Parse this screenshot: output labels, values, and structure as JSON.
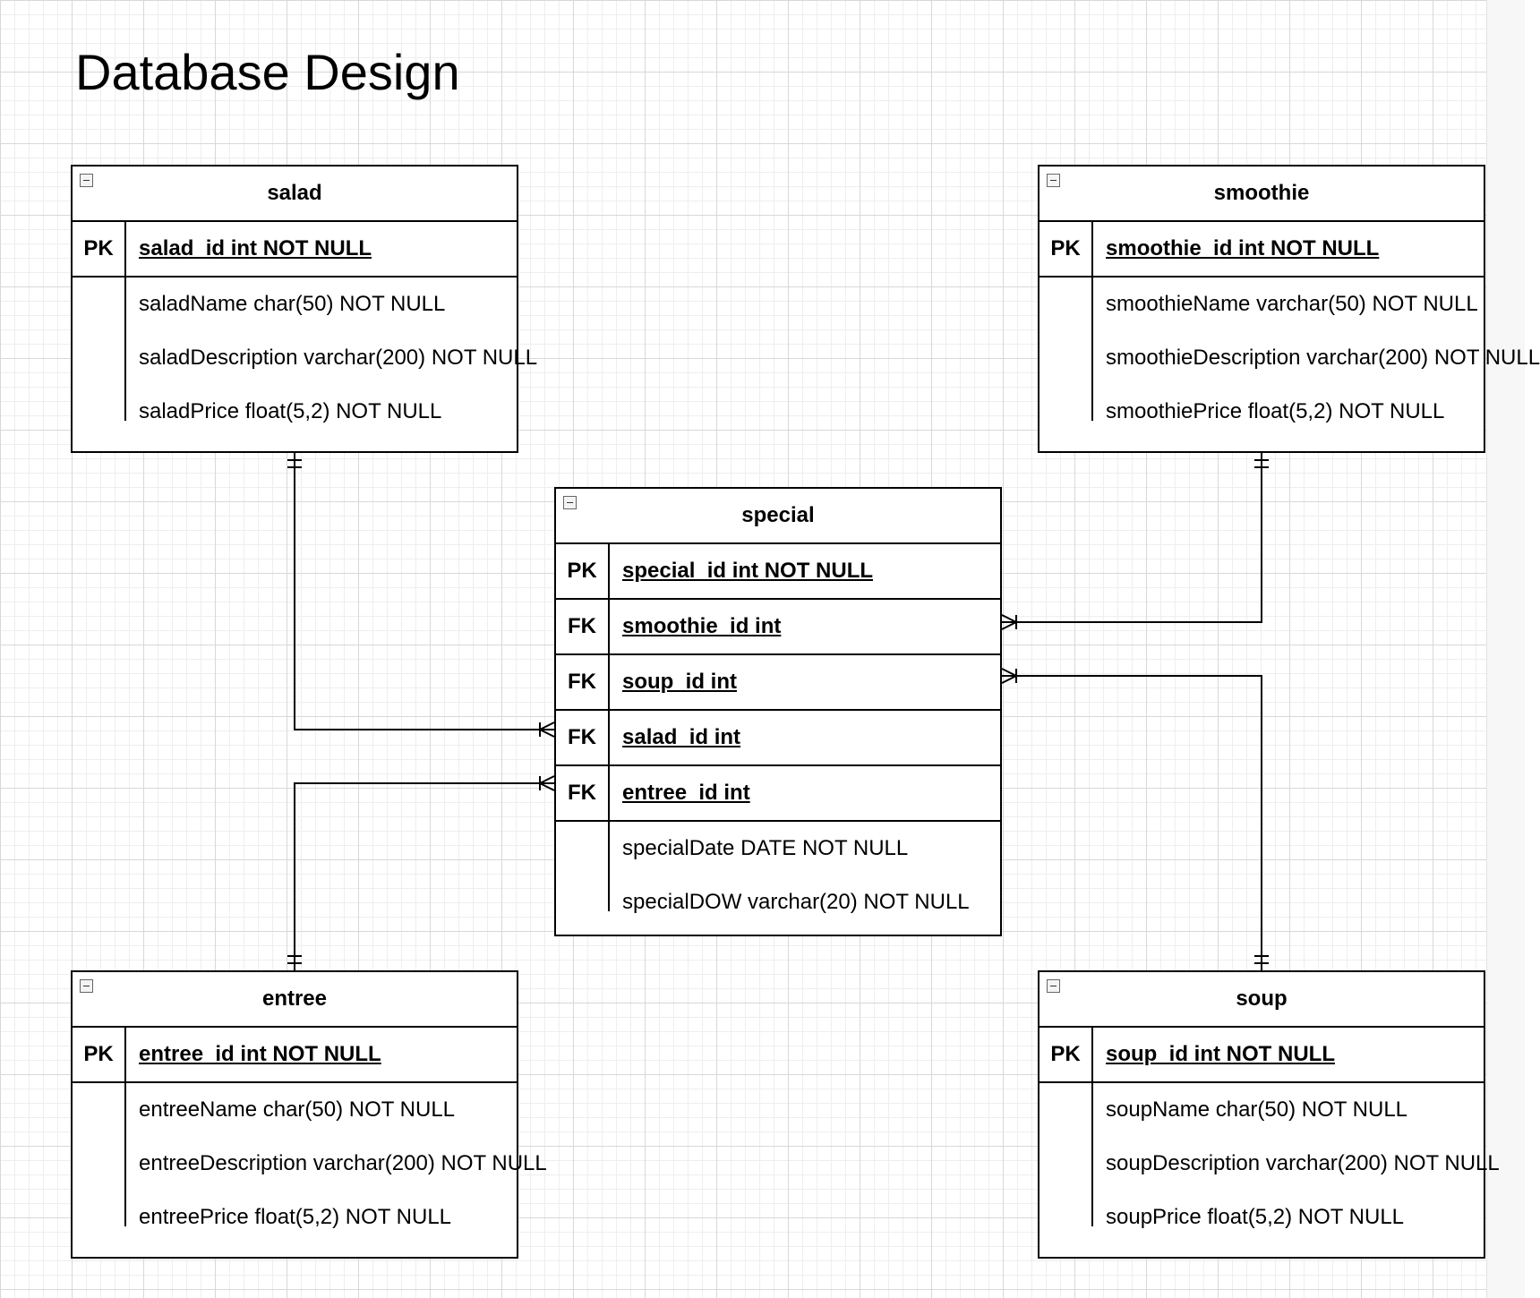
{
  "title": "Database Design",
  "tables": {
    "salad": {
      "name": "salad",
      "keys": [
        {
          "key": "PK",
          "field": "salad_id int NOT NULL"
        }
      ],
      "attributes": [
        "saladName char(50) NOT NULL",
        "saladDescription varchar(200) NOT NULL",
        "saladPrice float(5,2) NOT NULL"
      ]
    },
    "smoothie": {
      "name": "smoothie",
      "keys": [
        {
          "key": "PK",
          "field": "smoothie_id int NOT NULL"
        }
      ],
      "attributes": [
        "smoothieName varchar(50) NOT NULL",
        "smoothieDescription varchar(200) NOT NULL",
        "smoothiePrice float(5,2) NOT NULL"
      ]
    },
    "special": {
      "name": "special",
      "keys": [
        {
          "key": "PK",
          "field": "special_id int NOT NULL"
        },
        {
          "key": "FK",
          "field": "smoothie_id int"
        },
        {
          "key": "FK",
          "field": "soup_id int "
        },
        {
          "key": "FK",
          "field": "salad_id int "
        },
        {
          "key": "FK",
          "field": "entree_id int "
        }
      ],
      "attributes": [
        "specialDate DATE NOT NULL",
        "specialDOW varchar(20) NOT NULL"
      ]
    },
    "entree": {
      "name": "entree",
      "keys": [
        {
          "key": "PK",
          "field": "entree_id int NOT NULL"
        }
      ],
      "attributes": [
        "entreeName char(50) NOT NULL",
        "entreeDescription varchar(200) NOT NULL",
        "entreePrice float(5,2) NOT NULL"
      ]
    },
    "soup": {
      "name": "soup",
      "keys": [
        {
          "key": "PK",
          "field": "soup_id int NOT NULL"
        }
      ],
      "attributes": [
        "soupName char(50) NOT NULL",
        "soupDescription varchar(200) NOT NULL",
        "soupPrice float(5,2) NOT NULL"
      ]
    }
  },
  "relationships": [
    {
      "from": "salad",
      "to": "special",
      "via": "salad_id",
      "type": "one-to-many"
    },
    {
      "from": "smoothie",
      "to": "special",
      "via": "smoothie_id",
      "type": "one-to-many"
    },
    {
      "from": "soup",
      "to": "special",
      "via": "soup_id",
      "type": "one-to-many"
    },
    {
      "from": "entree",
      "to": "special",
      "via": "entree_id",
      "type": "one-to-many"
    }
  ]
}
